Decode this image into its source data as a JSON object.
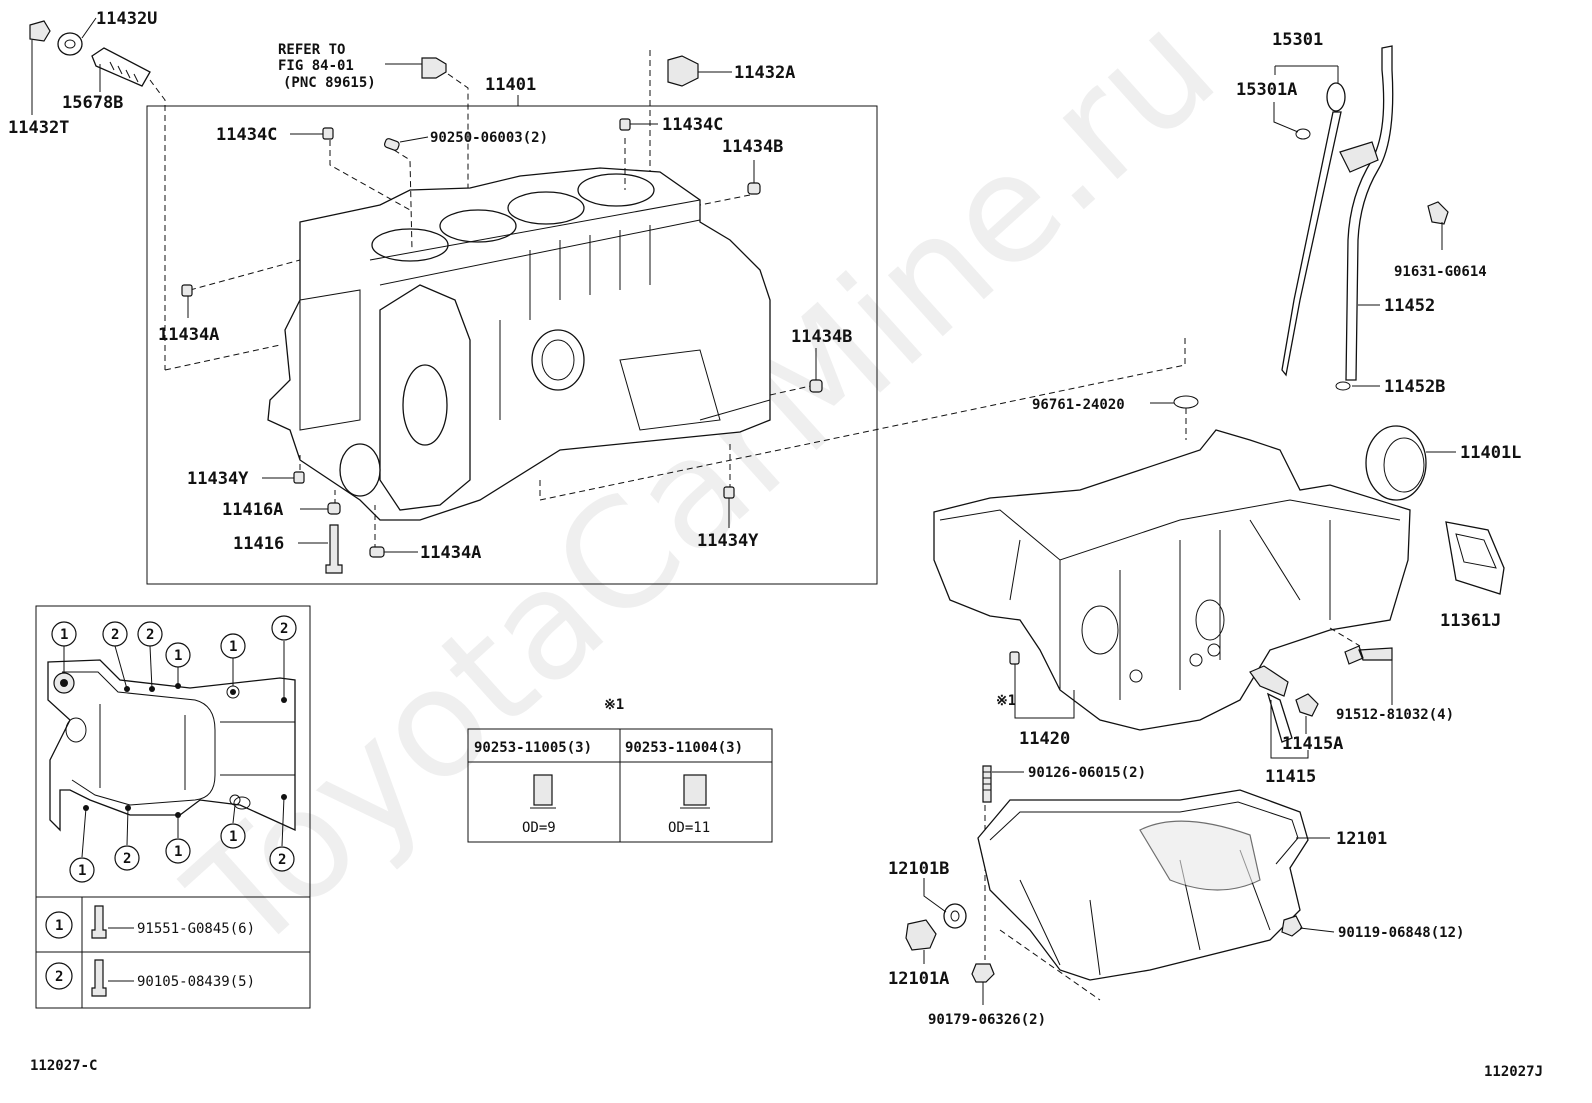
{
  "watermark": "ToyotaCarMine.ru",
  "refer_note": {
    "line1": "REFER TO",
    "line2": "FIG 84-01",
    "line3": "(PNC 89615)"
  },
  "labels": {
    "p11432U": "11432U",
    "p15678B": "15678B",
    "p11432T": "11432T",
    "p11401": "11401",
    "p11432A": "11432A",
    "p11434C_l": "11434C",
    "p11434C_r": "11434C",
    "p90250": "90250-06003(2)",
    "p11434B_top": "11434B",
    "p11434A_l": "11434A",
    "p11434B_r": "11434B",
    "p11434Y_l": "11434Y",
    "p11416A": "11416A",
    "p11416": "11416",
    "p11434A_b": "11434A",
    "p11434Y_r": "11434Y",
    "p15301": "15301",
    "p15301A": "15301A",
    "p91631": "91631-G0614",
    "p11452": "11452",
    "p11452B": "11452B",
    "p96761": "96761-24020",
    "p11401L": "11401L",
    "p11361J": "11361J",
    "p91512": "91512-81032(4)",
    "p11415A": "11415A",
    "p11415": "11415",
    "p11420": "11420",
    "p_ref1_mark": "※1",
    "p90126": "90126-06015(2)",
    "p12101": "12101",
    "p12101B": "12101B",
    "p12101A": "12101A",
    "p90119": "90119-06848(12)",
    "p90179": "90179-06326(2)"
  },
  "footnote_table": {
    "mark": "※1",
    "col1_part": "90253-11005(3)",
    "col2_part": "90253-11004(3)",
    "col1_od": "OD=9",
    "col2_od": "OD=11"
  },
  "bolt_legend": {
    "row1_num": "1",
    "row1_part": "91551-G0845(6)",
    "row2_num": "2",
    "row2_part": "90105-08439(5)"
  },
  "bolt_map_callouts": [
    "1",
    "2",
    "2",
    "1",
    "1",
    "2",
    "1",
    "2",
    "1",
    "1",
    "2"
  ],
  "footer": {
    "left_code": "112027-C",
    "right_code": "112027J"
  }
}
